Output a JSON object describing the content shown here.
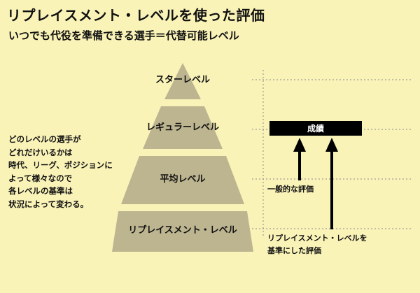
{
  "header": {
    "title": "リプレイスメント・レベルを使った評価",
    "subtitle": "いつでも代役を準備できる選手＝代替可能レベル"
  },
  "note_lines": [
    "どのレベルの選手が",
    "どれだけいるかは",
    "時代、リーグ、ポジションに",
    "よって様々なので",
    "各レベルの基準は",
    "状況によって変わる。"
  ],
  "pyramid": {
    "levels": [
      {
        "label": "スターレベル"
      },
      {
        "label": "レギュラーレベル"
      },
      {
        "label": "平均レベル"
      },
      {
        "label": "リプレイスメント・レベル"
      }
    ]
  },
  "result_box": {
    "label": "成績"
  },
  "arrow_labels": {
    "average": "一般的な評価",
    "replacement_line1": "リプレイスメント・レベルを",
    "replacement_line2": "基準にした評価"
  },
  "colors": {
    "background": "#faf3b8",
    "pyramid_fill": "#bdb590",
    "box_fill": "#000000",
    "dotted_line": "#8a8a8a"
  }
}
